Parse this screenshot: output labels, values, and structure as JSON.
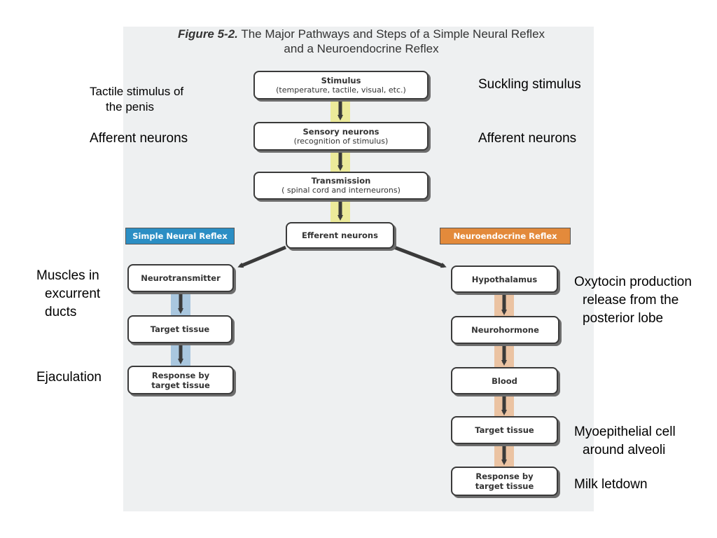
{
  "title": {
    "figure_number": "Figure 5-2.",
    "line1": "The Major Pathways and Steps of a Simple Neural Reflex",
    "line2": "and a Neuroendocrine Reflex"
  },
  "colors": {
    "simple_reflex_label": "#2b8ec4",
    "neuroendocrine_label": "#e38a3b",
    "yellow_band": "#ecea9a",
    "blue_band": "#a9c7df",
    "orange_band": "#ebc3a2"
  },
  "center": {
    "stimulus": {
      "main": "Stimulus",
      "sub": "(temperature, tactile, visual, etc.)"
    },
    "sensory": {
      "main": "Sensory neurons",
      "sub": "(recognition of stimulus)"
    },
    "transmission": {
      "main": "Transmission",
      "sub": "( spinal cord and interneurons)"
    },
    "efferent": {
      "main": "Efferent neurons"
    }
  },
  "left_branch": {
    "label": "Simple Neural Reflex",
    "neurotransmitter": "Neurotransmitter",
    "target_tissue": "Target tissue",
    "response_line1": "Response by",
    "response_line2": "target tissue"
  },
  "right_branch": {
    "label": "Neuroendocrine Reflex",
    "hypothalamus": "Hypothalamus",
    "neurohormone": "Neurohormone",
    "blood": "Blood",
    "target_tissue": "Target tissue",
    "response_line1": "Response by",
    "response_line2": "target tissue"
  },
  "annotations_left": {
    "tactile_line1": "Tactile stimulus of",
    "tactile_line2": "the penis",
    "afferent": "Afferent neurons",
    "muscles_line1": "Muscles in",
    "muscles_line2": "excurrent",
    "muscles_line3": "ducts",
    "ejaculation": "Ejaculation"
  },
  "annotations_right": {
    "suckling": "Suckling stimulus",
    "afferent": "Afferent neurons",
    "oxytocin_line1": "Oxytocin production",
    "oxytocin_line2": "release from the",
    "oxytocin_line3": "posterior lobe",
    "myoepithelial_line1": "Myoepithelial cell",
    "myoepithelial_line2": "around alveoli",
    "milk": "Milk letdown"
  }
}
